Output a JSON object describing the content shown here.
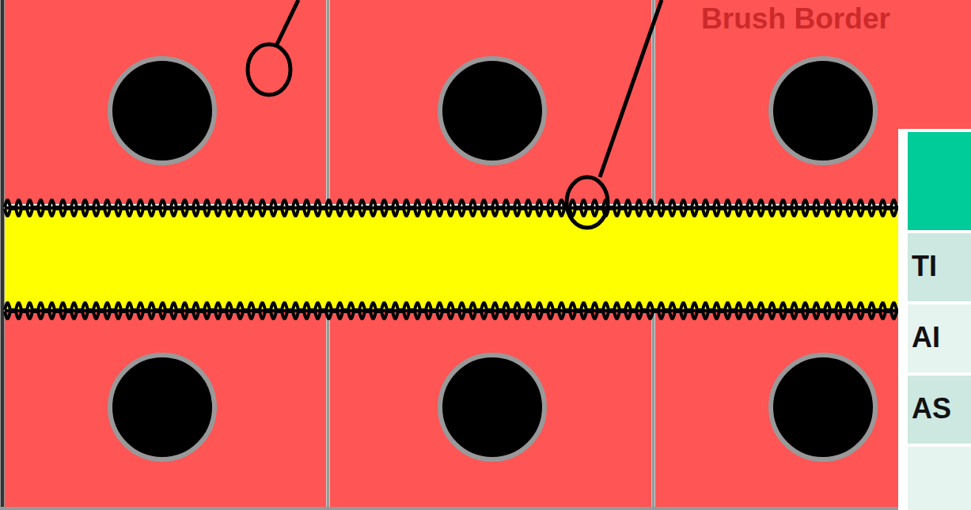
{
  "diagram": {
    "labels": [
      "Brush Border",
      "TI",
      "AI",
      "AS"
    ]
  }
}
